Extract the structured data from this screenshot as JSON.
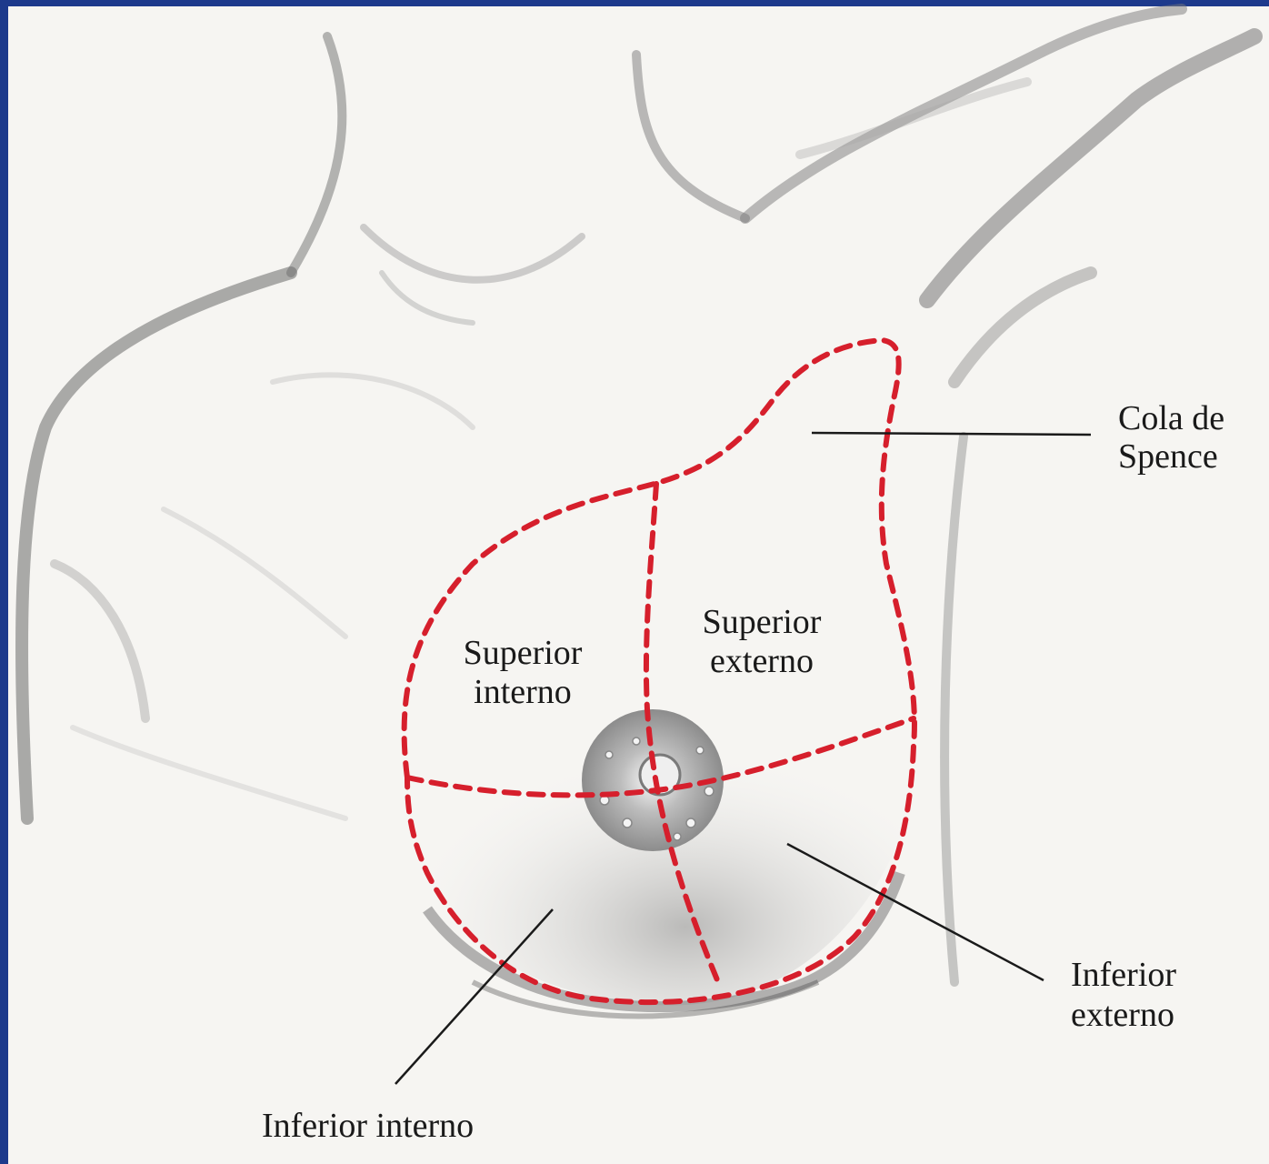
{
  "labels": {
    "cola_de_spence": [
      "Cola de",
      "Spence"
    ],
    "superior_interno": [
      "Superior",
      "interno"
    ],
    "superior_externo": [
      "Superior",
      "externo"
    ],
    "inferior_externo": [
      "Inferior",
      "externo"
    ],
    "inferior_interno": [
      "Inferior interno"
    ]
  },
  "colors": {
    "frame": "#1d3a8c",
    "quadrant_outline": "#d61f2c",
    "skin_shading": "#6f6f6f",
    "leader_line": "#1a1a1a"
  }
}
